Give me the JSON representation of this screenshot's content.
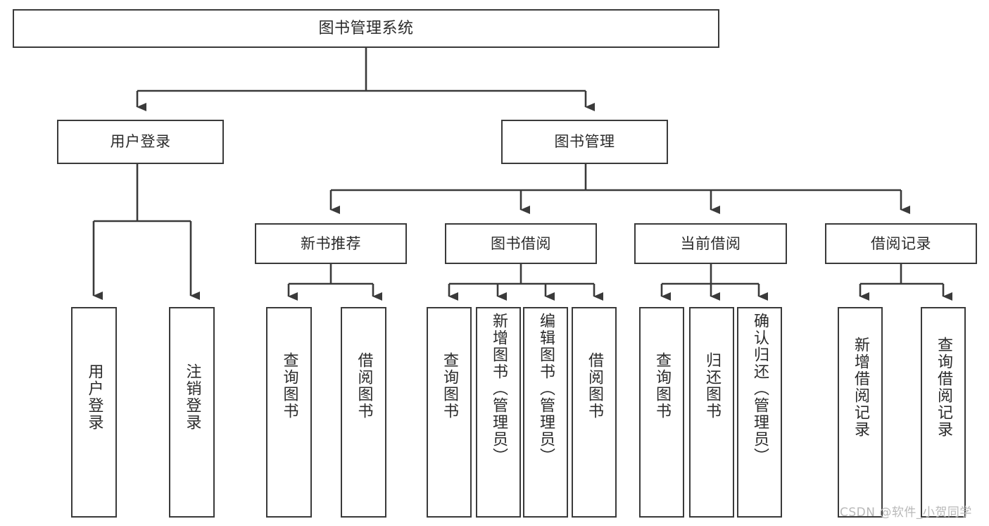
{
  "diagram": {
    "title": "图书管理系统",
    "type": "function-structure-tree",
    "root": {
      "label": "图书管理系统"
    },
    "level2": [
      {
        "label": "用户登录"
      },
      {
        "label": "图书管理"
      }
    ],
    "level3": [
      {
        "label": "新书推荐"
      },
      {
        "label": "图书借阅"
      },
      {
        "label": "当前借阅"
      },
      {
        "label": "借阅记录"
      }
    ],
    "leaves": {
      "user_login": [
        {
          "label": "用户登录"
        },
        {
          "label": "注销登录"
        }
      ],
      "new_book_recommend": [
        {
          "label": "查询图书"
        },
        {
          "label": "借阅图书"
        }
      ],
      "book_borrow": [
        {
          "label": "查询图书"
        },
        {
          "label": "新增图书（管理员）"
        },
        {
          "label": "编辑图书（管理员）"
        },
        {
          "label": "借阅图书"
        }
      ],
      "current_borrow": [
        {
          "label": "查询图书"
        },
        {
          "label": "归还图书"
        },
        {
          "label": "确认归还（管理员）"
        }
      ],
      "borrow_record": [
        {
          "label": "新增借阅记录"
        },
        {
          "label": "查询借阅记录"
        }
      ]
    }
  },
  "watermark": {
    "text": "CSDN @软件_小贺同学"
  },
  "colors": {
    "stroke": "#3a3a3a",
    "text": "#2b2b2b",
    "background": "#ffffff",
    "watermark": "#b9b9b9"
  }
}
